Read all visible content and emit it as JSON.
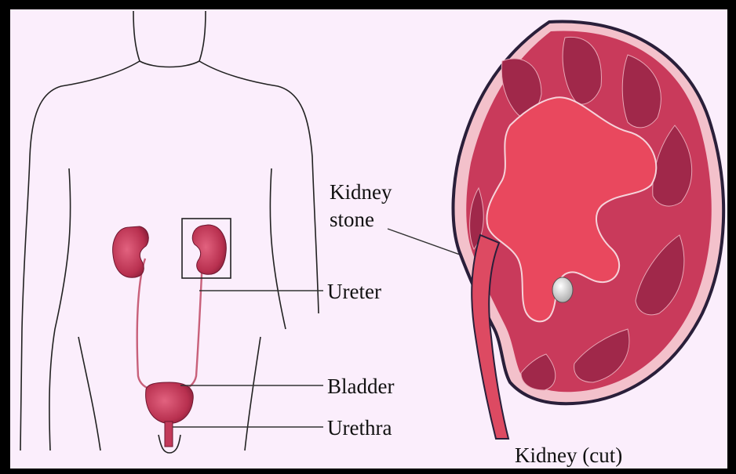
{
  "labels": {
    "kidney_stone_line1": "Kidney",
    "kidney_stone_line2": "stone",
    "ureter": "Ureter",
    "bladder": "Bladder",
    "urethra": "Urethra",
    "kidney_cut": "Kidney (cut)"
  },
  "colors": {
    "background": "#fbeefc",
    "frame": "#000000",
    "organ": "#c2395a",
    "organ_dark": "#8e1f3e",
    "pelvis": "#e44a5e",
    "stone": "#d9d9d9"
  }
}
